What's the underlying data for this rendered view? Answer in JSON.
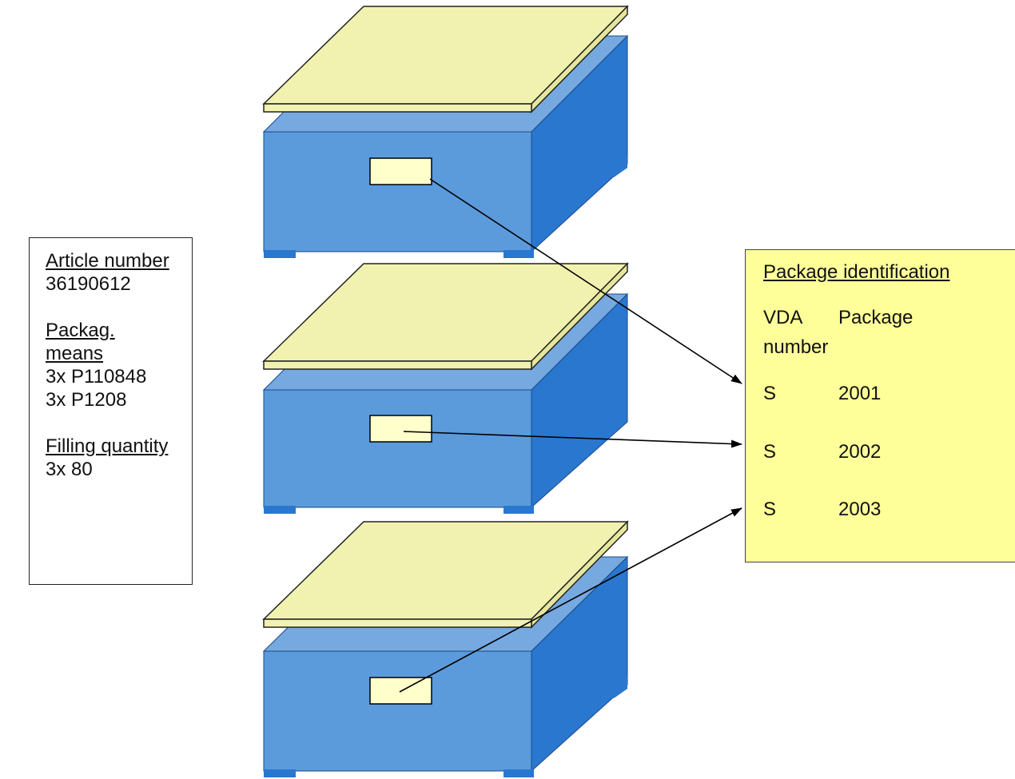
{
  "info_panel": {
    "article_label": "Article number",
    "article_value": "36190612",
    "packag_label_1": "Packag.",
    "packag_label_2": "means",
    "packag_value_1": "3x P110848",
    "packag_value_2": "3x P1208",
    "filling_label": "Filling quantity",
    "filling_value": "3x 80"
  },
  "identification": {
    "title": "Package identification",
    "header_vda": "VDA",
    "header_package": "Package",
    "header_number": "number",
    "rows": [
      {
        "prefix": "S",
        "number": "2001"
      },
      {
        "prefix": "S",
        "number": "2002"
      },
      {
        "prefix": "S",
        "number": "2003"
      }
    ]
  },
  "colors": {
    "box_front": "#5b9bdc",
    "box_side": "#2a77cf",
    "box_top": "#76a9e0",
    "lid": "#f2f2b0",
    "label": "#ffffcc",
    "id_box_fill": "#ffff99"
  }
}
